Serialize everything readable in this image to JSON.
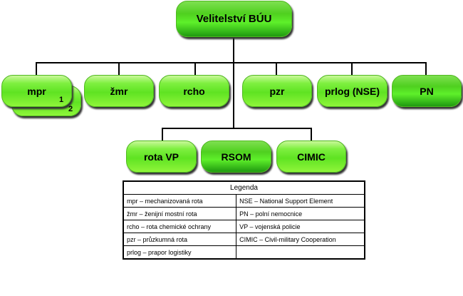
{
  "top": {
    "label": "Velitelství BÚU"
  },
  "row1": [
    {
      "label": "mpr",
      "badges": [
        "1",
        "2"
      ]
    },
    {
      "label": "žmr"
    },
    {
      "label": "rcho"
    },
    {
      "label": "pzr"
    },
    {
      "label": "prlog (NSE)"
    },
    {
      "label": "PN"
    }
  ],
  "row2": [
    {
      "label": "rota VP"
    },
    {
      "label": "RSOM"
    },
    {
      "label": "CIMIC"
    }
  ],
  "legend": {
    "title": "Legenda",
    "rows": [
      [
        "mpr – mechanizovaná rota",
        "NSE – National Support Element"
      ],
      [
        "žmr – ženijní mostní rota",
        "PN – polní nemocnice"
      ],
      [
        "rcho – rota chemické ochrany",
        "VP – vojenská policie"
      ],
      [
        "pzr – průzkumná rota",
        "CIMIC – Civil-military Cooperation"
      ],
      [
        "prlog – prapor logistiky",
        ""
      ]
    ]
  }
}
